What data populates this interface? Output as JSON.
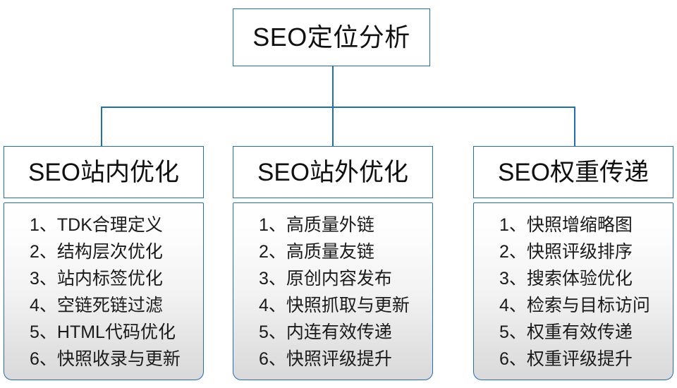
{
  "diagram": {
    "type": "tree",
    "accent_color": "#1F6FB8",
    "text_color": "#101010",
    "body_gradient_top": "#ffffff",
    "body_gradient_bottom": "#d9d9d9",
    "root": {
      "label": "SEO定位分析"
    },
    "columns": [
      {
        "header": "SEO站内优化",
        "items": [
          {
            "index": "1、",
            "text": "TDK合理定义"
          },
          {
            "index": "2、",
            "text": "结构层次优化"
          },
          {
            "index": "3、",
            "text": "站内标签优化"
          },
          {
            "index": "4、",
            "text": "空链死链过滤"
          },
          {
            "index": "5、",
            "text": "HTML代码优化"
          },
          {
            "index": "6、",
            "text": "快照收录与更新"
          }
        ]
      },
      {
        "header": "SEO站外优化",
        "items": [
          {
            "index": "1、",
            "text": "高质量外链"
          },
          {
            "index": "2、",
            "text": "高质量友链"
          },
          {
            "index": "3、",
            "text": "原创内容发布"
          },
          {
            "index": "4、",
            "text": "快照抓取与更新"
          },
          {
            "index": "5、",
            "text": "内连有效传递"
          },
          {
            "index": "6、",
            "text": "快照评级提升"
          }
        ]
      },
      {
        "header": "SEO权重传递",
        "items": [
          {
            "index": "1、",
            "text": "快照增缩略图"
          },
          {
            "index": "2、",
            "text": "快照评级排序"
          },
          {
            "index": "3、",
            "text": "搜索体验优化"
          },
          {
            "index": "4、",
            "text": "检索与目标访问"
          },
          {
            "index": "5、",
            "text": "权重有效传递"
          },
          {
            "index": "6、",
            "text": "权重评级提升"
          }
        ]
      }
    ]
  }
}
